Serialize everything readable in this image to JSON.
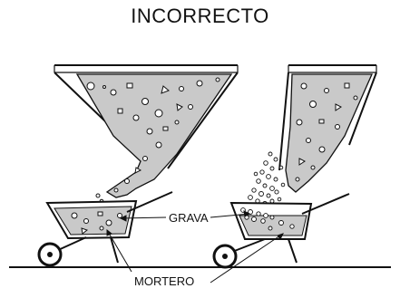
{
  "title": "INCORRECTO",
  "labels": {
    "gravel": "GRAVA",
    "mortar": "MORTERO"
  },
  "colors": {
    "concrete_fill": "#c9c9c9",
    "ink": "#111111",
    "background": "#ffffff"
  }
}
